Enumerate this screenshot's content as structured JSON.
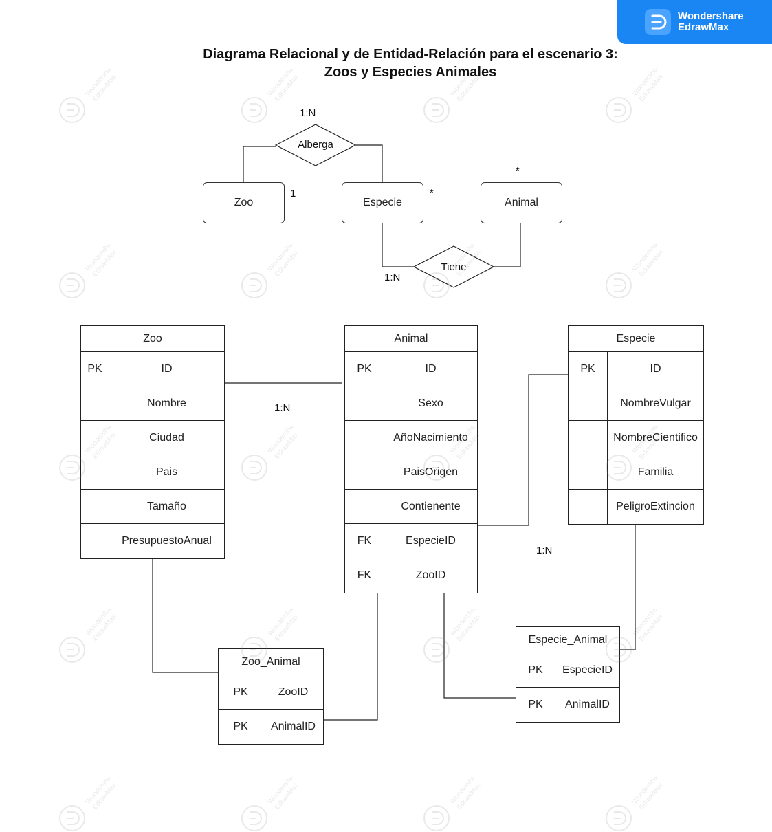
{
  "brand": {
    "line1": "Wondershare",
    "line2": "EdrawMax",
    "watermark_line1": "Wondershare",
    "watermark_line2": "EdrawMax"
  },
  "title": {
    "line1": "Diagrama Relacional y de Entidad-Relación para el escenario 3:",
    "line2": "Zoos y Especies Animales"
  },
  "er": {
    "entities": {
      "zoo": "Zoo",
      "especie": "Especie",
      "animal": "Animal"
    },
    "relations": {
      "alberga": "Alberga",
      "tiene": "Tiene"
    },
    "cardinalities": {
      "alberga": "1:N",
      "tiene": "1:N",
      "zoo": "1",
      "especie": "*",
      "animal": "*"
    }
  },
  "tables": {
    "zoo": {
      "name": "Zoo",
      "rows": [
        {
          "key": "PK",
          "field": "ID"
        },
        {
          "key": "",
          "field": "Nombre"
        },
        {
          "key": "",
          "field": "Ciudad"
        },
        {
          "key": "",
          "field": "Pais"
        },
        {
          "key": "",
          "field": "Tamaño"
        },
        {
          "key": "",
          "field": "PresupuestoAnual"
        }
      ]
    },
    "animal": {
      "name": "Animal",
      "rows": [
        {
          "key": "PK",
          "field": "ID"
        },
        {
          "key": "",
          "field": "Sexo"
        },
        {
          "key": "",
          "field": "AñoNacimiento"
        },
        {
          "key": "",
          "field": "PaisOrigen"
        },
        {
          "key": "",
          "field": "Contienente"
        },
        {
          "key": "FK",
          "field": "EspecieID"
        },
        {
          "key": "FK",
          "field": "ZooID"
        }
      ]
    },
    "especie": {
      "name": "Especie",
      "rows": [
        {
          "key": "PK",
          "field": "ID"
        },
        {
          "key": "",
          "field": "NombreVulgar"
        },
        {
          "key": "",
          "field": "NombreCientifico"
        },
        {
          "key": "",
          "field": "Familia"
        },
        {
          "key": "",
          "field": "PeligroExtincion"
        }
      ]
    },
    "zoo_animal": {
      "name": "Zoo_Animal",
      "rows": [
        {
          "key": "PK",
          "field": "ZooID"
        },
        {
          "key": "PK",
          "field": "AnimalID"
        }
      ]
    },
    "especie_animal": {
      "name": "Especie_Animal",
      "rows": [
        {
          "key": "PK",
          "field": "EspecieID"
        },
        {
          "key": "PK",
          "field": "AnimalID"
        }
      ]
    }
  },
  "relational_labels": {
    "zoo_animal": "1:N",
    "animal_especie": "1:N"
  },
  "colors": {
    "brand_blue": "#1a86f3",
    "line": "#222222",
    "text": "#111111"
  }
}
